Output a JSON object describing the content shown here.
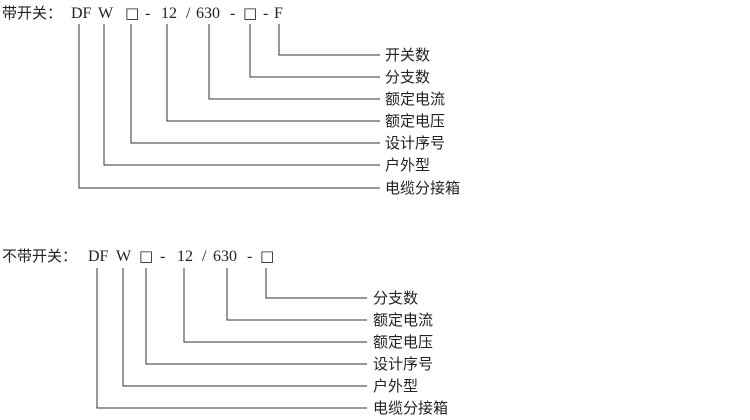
{
  "diagrams": [
    {
      "id": "with-switch",
      "title": "带开关：",
      "code_parts": [
        "DF",
        "W",
        "□",
        "-",
        "12",
        "/",
        "630",
        "-",
        "□",
        "-",
        "F"
      ],
      "legend": [
        "开关数",
        "分支数",
        "额定电流",
        "额定电压",
        "设计序号",
        "户外型",
        "电缆分接箱"
      ]
    },
    {
      "id": "without-switch",
      "title": "不带开关：",
      "code_parts": [
        "DF",
        "W",
        "□",
        "-",
        "12",
        "/",
        "630",
        "-",
        "□"
      ],
      "legend": [
        "分支数",
        "额定电流",
        "额定电压",
        "设计序号",
        "户外型",
        "电缆分接箱"
      ]
    }
  ]
}
